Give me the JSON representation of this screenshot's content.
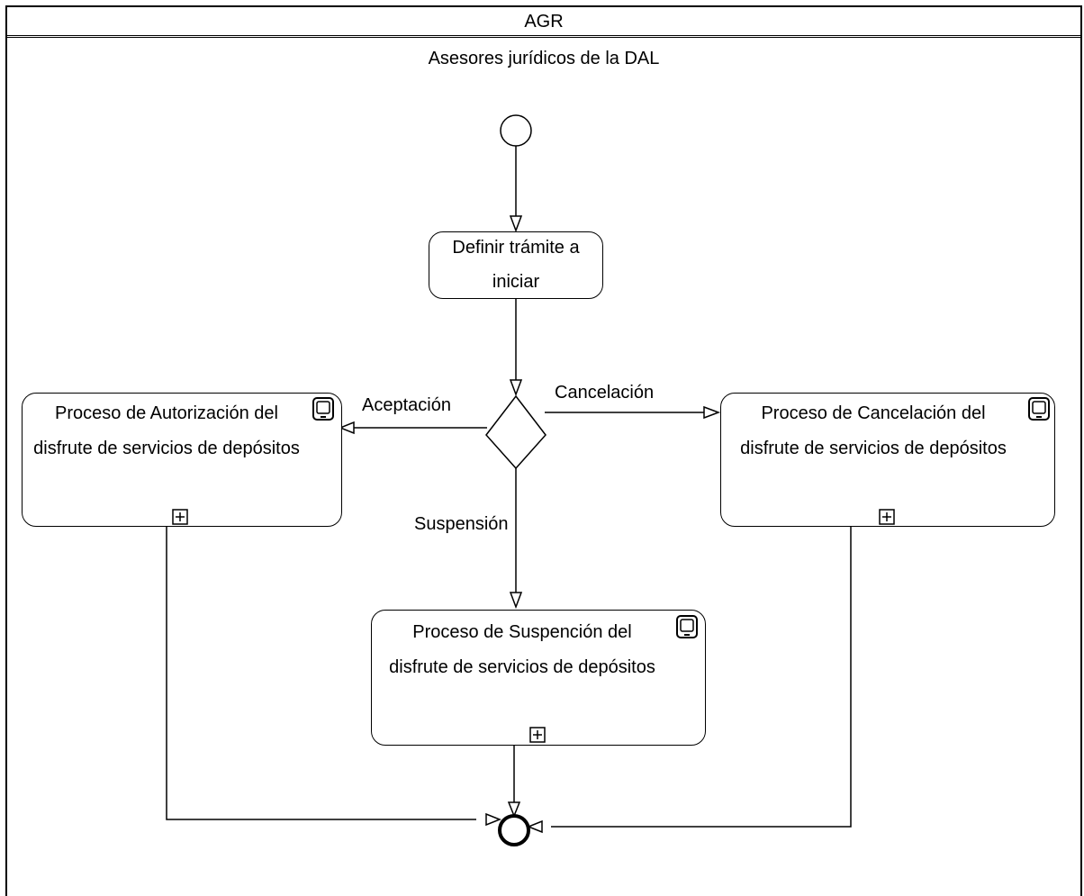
{
  "pool": {
    "title": "AGR"
  },
  "lane": {
    "title": "Asesores jurídicos de la DAL"
  },
  "tasks": [
    {
      "label": "Definir trámite a iniciar"
    },
    {
      "label": "Proceso de Autorización del disfrute de servicios de depósitos"
    },
    {
      "label": "Proceso de Cancelación del disfrute de servicios de depósitos"
    },
    {
      "label": "Proceso de Suspención del disfrute de servicios de depósitos"
    }
  ],
  "flows": {
    "accept": "Aceptación",
    "cancel": "Cancelación",
    "suspend": "Suspensión"
  }
}
